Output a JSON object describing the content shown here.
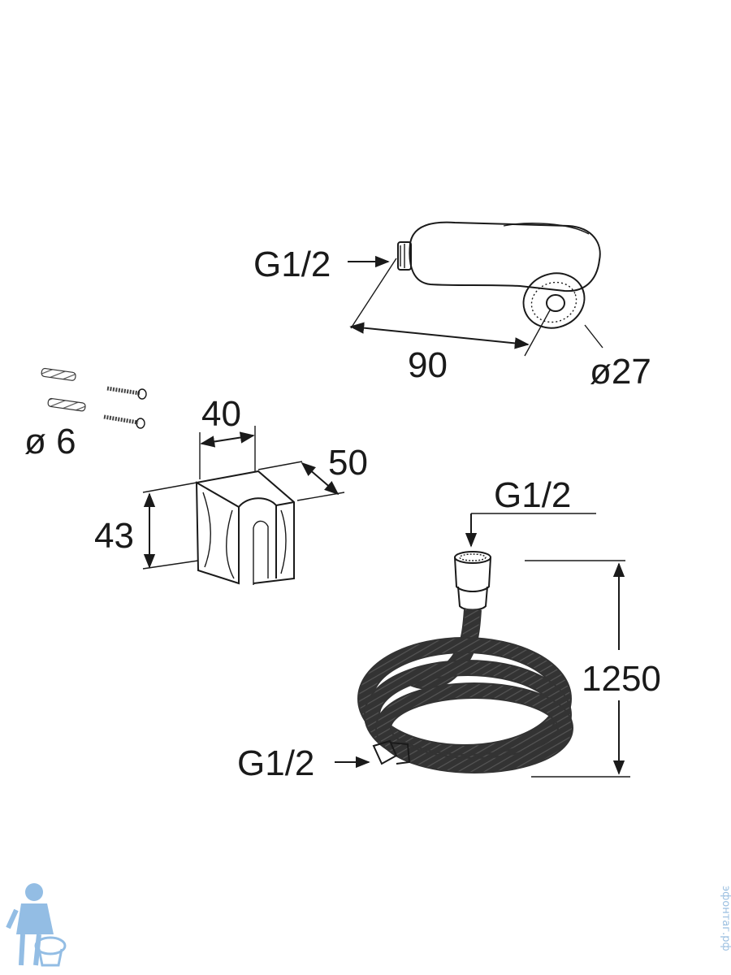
{
  "labels": {
    "spray_thread": "G1/2",
    "spray_length": "90",
    "spray_diameter": "ø27",
    "dowel_diameter": "ø 6",
    "holder_width": "40",
    "holder_depth": "50",
    "holder_height": "43",
    "hose_top_thread": "G1/2",
    "hose_length": "1250",
    "hose_bottom_thread": "G1/2"
  },
  "watermark": "эфонтаг.рф",
  "colors": {
    "line": "#1a1a1a",
    "watermark": "#9bbfe0",
    "mascot": "#6fa8dc"
  },
  "icons": {
    "mascot": "plumber-mascot-icon"
  }
}
